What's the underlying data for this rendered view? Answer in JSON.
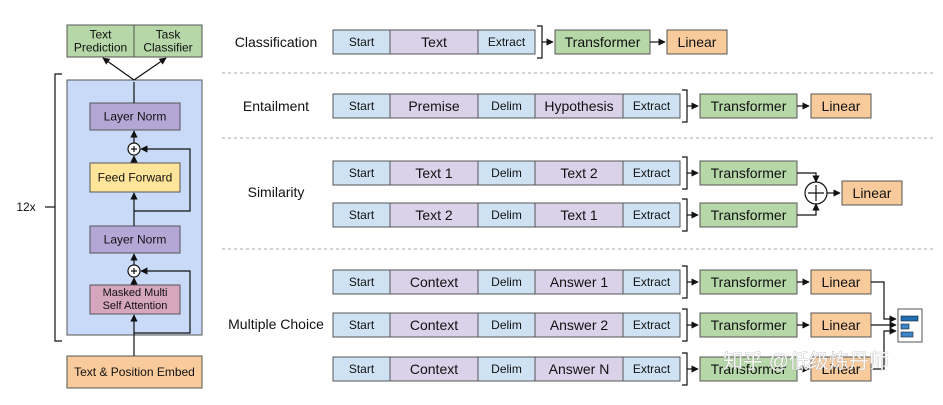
{
  "colors": {
    "start": "#cfe2f3",
    "text": "#d9d2e9",
    "delim": "#cfe2f3",
    "extract": "#cfe2f3",
    "transformer": "#b6d7a8",
    "linear": "#f9cb9c",
    "layernorm": "#b4a7d6",
    "feedforward": "#ffe599",
    "attention": "#d5a6bd",
    "block": "#c9daf8",
    "output": "#b6d7a8",
    "embed": "#f9cb9c",
    "stroke": "#555555"
  },
  "left_model": {
    "outputs": {
      "text_prediction": "Text\nPrediction",
      "task_classifier": "Task\nClassifier"
    },
    "repeat_label": "12x",
    "layer_norm_top": "Layer Norm",
    "feed_forward": "Feed Forward",
    "layer_norm_bottom": "Layer Norm",
    "attention": "Masked Multi\nSelf Attention",
    "embed": "Text & Position Embed"
  },
  "tasks": {
    "classification": {
      "label": "Classification",
      "tokens": [
        "Start",
        "Text",
        "Extract"
      ],
      "transformer": "Transformer",
      "linear": "Linear"
    },
    "entailment": {
      "label": "Entailment",
      "tokens": [
        "Start",
        "Premise",
        "Delim",
        "Hypothesis",
        "Extract"
      ],
      "transformer": "Transformer",
      "linear": "Linear"
    },
    "similarity": {
      "label": "Similarity",
      "rows": [
        {
          "tokens": [
            "Start",
            "Text 1",
            "Delim",
            "Text 2",
            "Extract"
          ],
          "transformer": "Transformer"
        },
        {
          "tokens": [
            "Start",
            "Text 2",
            "Delim",
            "Text 1",
            "Extract"
          ],
          "transformer": "Transformer"
        }
      ],
      "linear": "Linear",
      "plus": "+"
    },
    "multiple_choice": {
      "label": "Multiple Choice",
      "rows": [
        {
          "tokens": [
            "Start",
            "Context",
            "Delim",
            "Answer 1",
            "Extract"
          ],
          "transformer": "Transformer",
          "linear": "Linear"
        },
        {
          "tokens": [
            "Start",
            "Context",
            "Delim",
            "Answer 2",
            "Extract"
          ],
          "transformer": "Transformer",
          "linear": "Linear"
        },
        {
          "tokens": [
            "Start",
            "Context",
            "Delim",
            "Answer N",
            "Extract"
          ],
          "transformer": "Transformer",
          "linear": "Linear"
        }
      ]
    }
  },
  "watermark": "知乎 @低级炼丹师"
}
